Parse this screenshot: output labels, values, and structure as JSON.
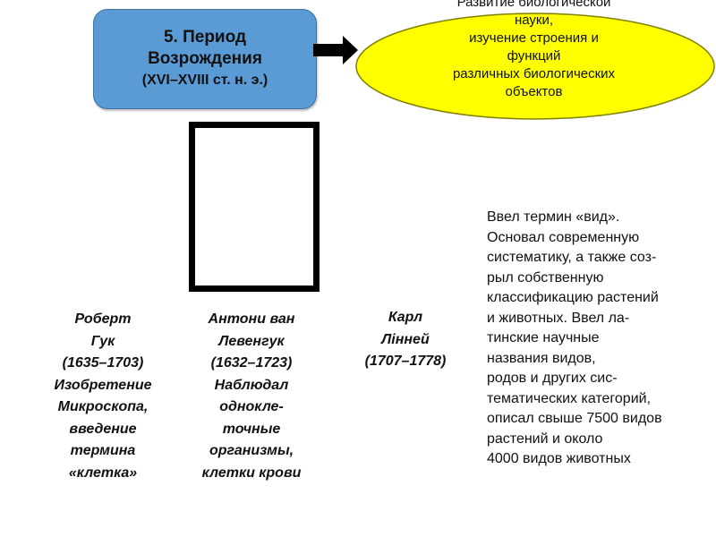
{
  "period": {
    "line1": "5. Период",
    "line2": "Возрождения",
    "line3": "(XVI–XVIII ст. н. э.)",
    "fill_color": "#5b9bd5"
  },
  "arrow": {
    "icon": "right-arrow-icon"
  },
  "goal": {
    "lines": [
      "Развитие биологической",
      "науки,",
      "изучение строения и",
      "функций",
      "различных биологических",
      "объектов"
    ],
    "fill_color": "#ffff00"
  },
  "scientists": [
    {
      "lines": [
        "Роберт",
        "Гук",
        "(1635–1703)",
        "Изобретение",
        "Микроскопа,",
        "введение",
        "термина",
        "«клетка»"
      ]
    },
    {
      "lines": [
        "Антони ван",
        "Левенгук",
        "(1632–1723)",
        "Наблюдал",
        "однокле-",
        "точные",
        "организмы,",
        "клетки крови"
      ]
    },
    {
      "lines": [
        "Карл",
        "Лінней",
        "(1707–1778)"
      ]
    }
  ],
  "linnaeus_description": {
    "lines": [
      "Ввел термин «вид».",
      "Основал современную",
      "систематику, а также соз-",
      "рыл собственную",
      "классификацию растений",
      "и животных. Ввел ла-",
      "тинские научные",
      "названия видов,",
      "родов и других сис-",
      "тематических категорий,",
      "описал свыше 7500 видов",
      "растений и около",
      "4000 видов животных"
    ]
  }
}
